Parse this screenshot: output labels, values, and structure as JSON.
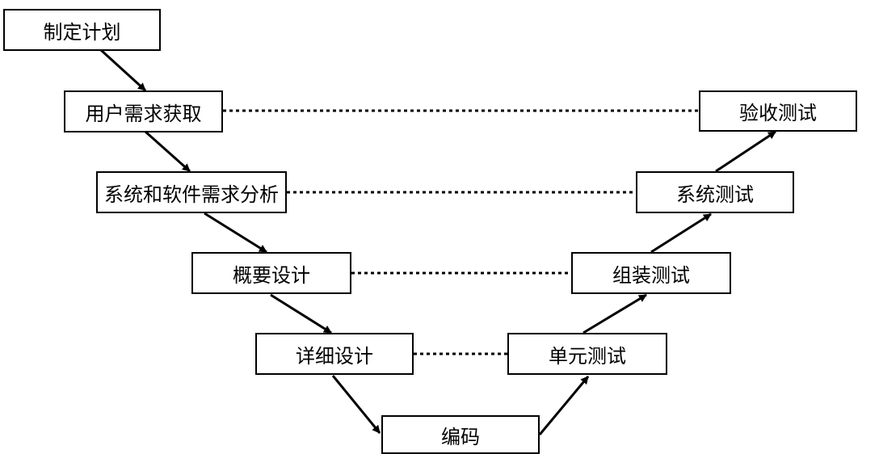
{
  "diagram": {
    "left_chain": [
      {
        "id": "plan",
        "label": "制定计划"
      },
      {
        "id": "req",
        "label": "用户需求获取"
      },
      {
        "id": "sysreq",
        "label": "系统和软件需求分析"
      },
      {
        "id": "hld",
        "label": "概要设计"
      },
      {
        "id": "lld",
        "label": "详细设计"
      }
    ],
    "bottom": {
      "id": "code",
      "label": "编码"
    },
    "right_chain": [
      {
        "id": "unit",
        "label": "单元测试"
      },
      {
        "id": "integ",
        "label": "组装测试"
      },
      {
        "id": "systest",
        "label": "系统测试"
      },
      {
        "id": "accept",
        "label": "验收测试"
      }
    ],
    "correspondences": [
      {
        "from": "req",
        "to": "accept"
      },
      {
        "from": "sysreq",
        "to": "systest"
      },
      {
        "from": "hld",
        "to": "integ"
      },
      {
        "from": "lld",
        "to": "unit"
      }
    ]
  }
}
